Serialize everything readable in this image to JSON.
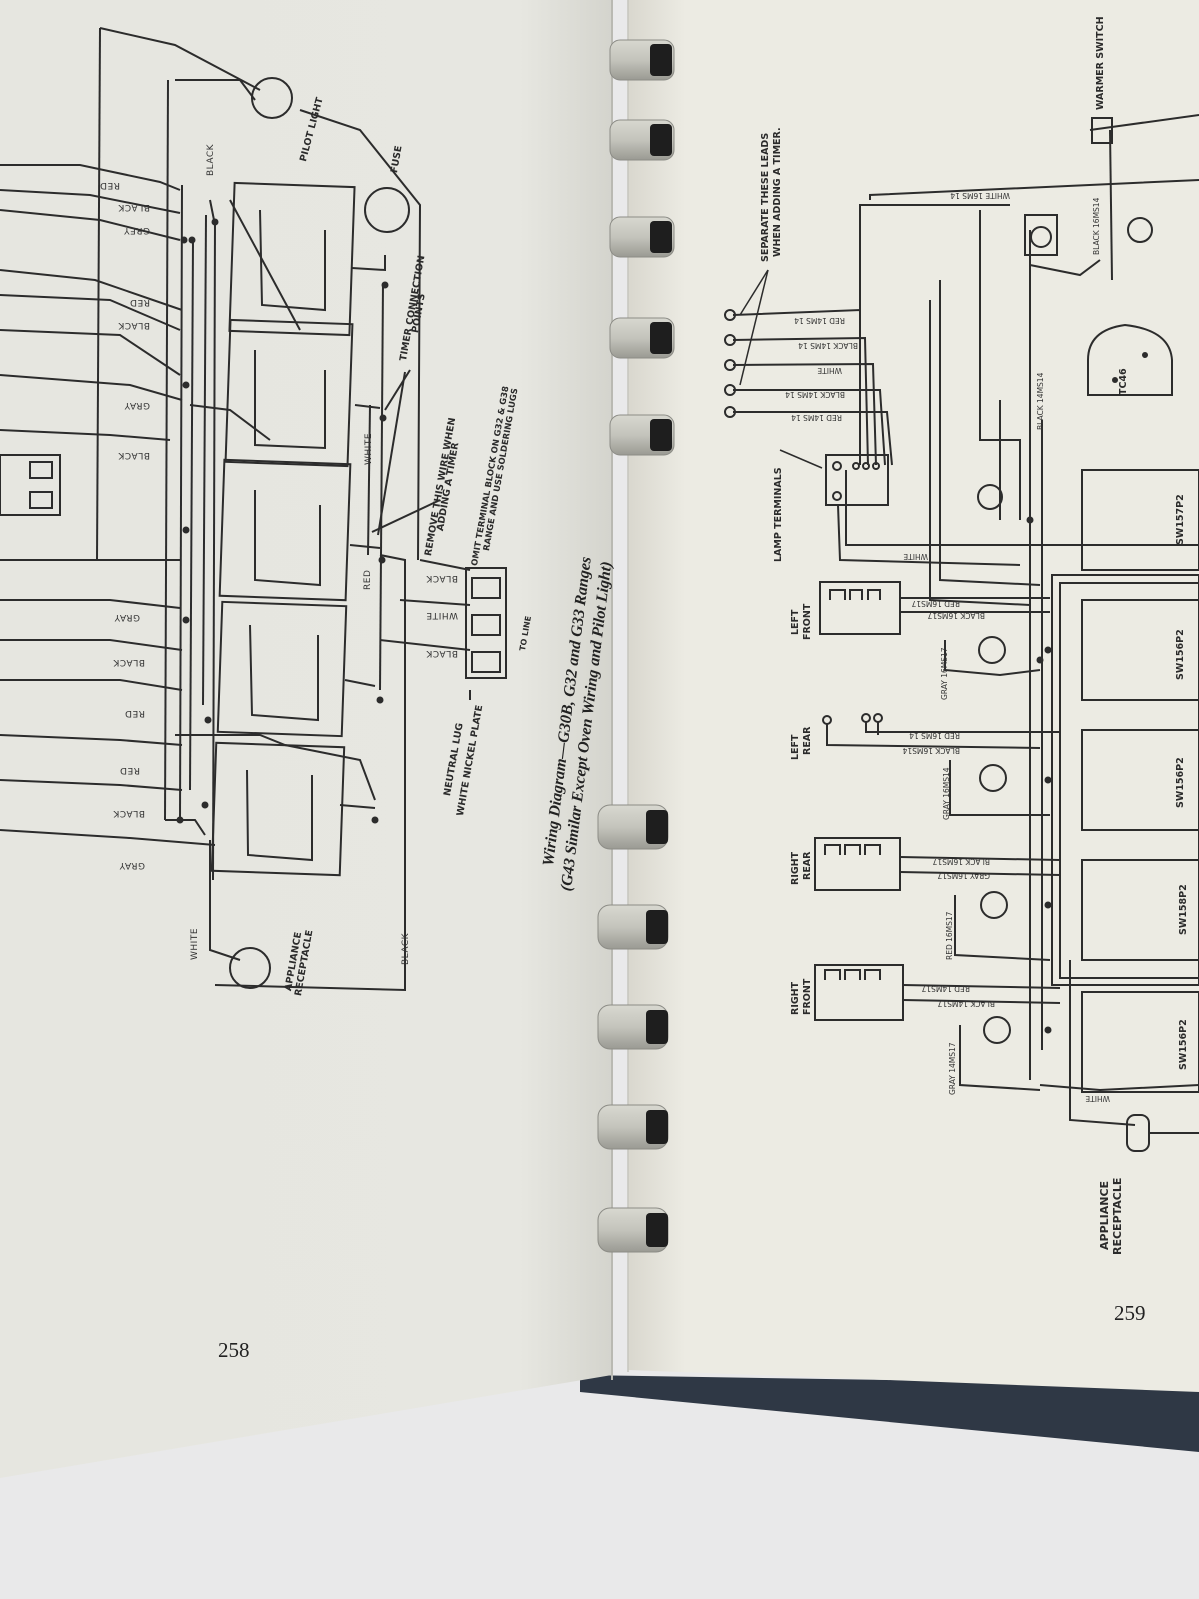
{
  "left_page": {
    "page_number": "258",
    "caption_line1": "Wiring Diagram—G30B, G32 and G33 Ranges",
    "caption_line2": "(G43 Similar Except Oven Wiring and Pilot Light)",
    "labels": {
      "pilot_light": "PILOT LIGHT",
      "fuse": "FUSE",
      "timer_connection": "TIMER CONNECTION",
      "timer_points": "POINTS",
      "remove_line1": "REMOVE THIS WIRE WHEN",
      "remove_line2": "ADDING A TIMER",
      "omit_line1": "OMIT TERMINAL BLOCK ON G32 & G38",
      "omit_line2": "RANGE AND USE SOLDERING LUGS",
      "to_line": "TO LINE",
      "neutral_line1": "NEUTRAL LUG",
      "neutral_line2": "WHITE NICKEL PLATE",
      "appliance_line1": "APPLIANCE",
      "appliance_line2": "RECEPTACLE"
    },
    "wire_colors_left": [
      "RED",
      "BLACK",
      "GREY",
      "RED",
      "BLACK",
      "GRAY",
      "BLACK",
      "GRAY",
      "BLACK",
      "RED",
      "RED",
      "BLACK",
      "GRAY"
    ],
    "wire_colors_inner": {
      "black_top": "BLACK",
      "white_mid": "WHITE",
      "red_mid": "RED",
      "black_block": "BLACK",
      "white_block": "WHITE",
      "black_block2": "BLACK",
      "white_bottom": "WHITE",
      "black_bottom": "BLACK"
    }
  },
  "right_page": {
    "page_number": "259",
    "warmer_switch": "WARMER SWITCH",
    "separate_line1": "SEPARATE THESE LEADS",
    "separate_line2": "WHEN ADDING A TIMER.",
    "lamp_terminals": "LAMP TERMINALS",
    "tc46": "TC46",
    "white_top": "WHITE 16MS 14",
    "black_warmer": "BLACK 16MS14",
    "black_tc": "BLACK 14MS14",
    "leads": [
      "RED 14MS 14",
      "BLACK 14MS 14",
      "WHITE",
      "BLACK 14MS 14",
      "RED 14MS 14"
    ],
    "white_lamp": "WHITE",
    "switches": [
      "SW157P2",
      "SW156P2",
      "SW156P2",
      "SW158P2",
      "SW156P2"
    ],
    "units": [
      {
        "name_line1": "LEFT",
        "name_line2": "FRONT",
        "wire_a": "RED 16MS17",
        "wire_b": "BLACK 16MS17",
        "wire_c": "GRAY 16MS17"
      },
      {
        "name_line1": "LEFT",
        "name_line2": "REAR",
        "wire_a": "RED 16MS 14",
        "wire_b": "BLACK 16MS14",
        "wire_c": "GRAY 16MS14"
      },
      {
        "name_line1": "RIGHT",
        "name_line2": "REAR",
        "wire_a": "BLACK 16MS17",
        "wire_b": "GRAY 16MS17",
        "wire_c": "RED 16MS17"
      },
      {
        "name_line1": "RIGHT",
        "name_line2": "FRONT",
        "wire_a": "RED 14MS17",
        "wire_b": "BLACK 14MS17",
        "wire_c": "GRAY 14MS17"
      }
    ],
    "white_bottom": "WHITE",
    "appliance_line1": "APPLIANCE",
    "appliance_line2": "RECEPTACLE"
  },
  "colors": {
    "page_left": "#e8e8e2",
    "page_right": "#eceae0",
    "ink": "#2c2c2c",
    "binding": "#2f3845",
    "background": "#e9e9ea",
    "spiral": "#c9c9c1"
  }
}
